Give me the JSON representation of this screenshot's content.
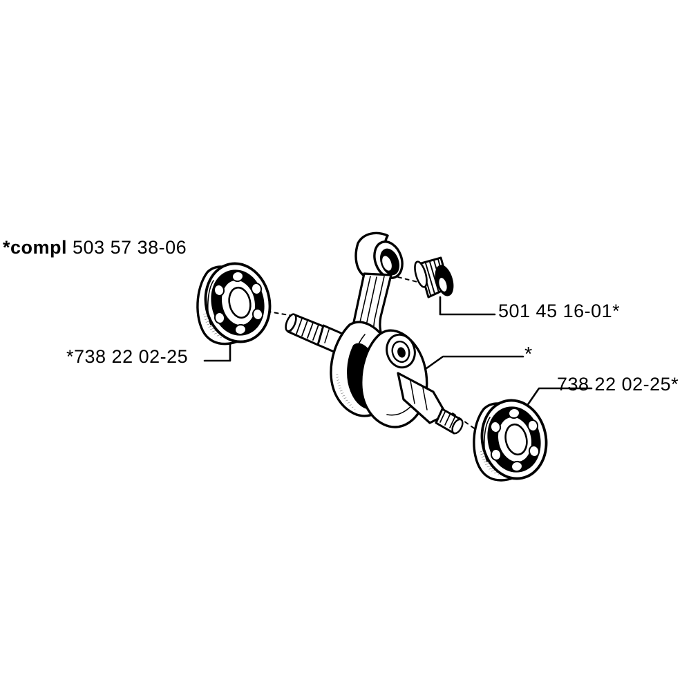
{
  "diagram": {
    "title": "Crankshaft assembly exploded parts diagram",
    "background_color": "#ffffff",
    "line_color": "#000000",
    "labels": {
      "complete_assembly": {
        "prefix": "*compl",
        "number": " 503 57 38-06",
        "full": "*compl 503 57 38-06"
      },
      "left_bearing": {
        "full": "*738 22 02-25"
      },
      "needle_bearing": {
        "full": "501 45 16-01*"
      },
      "crankshaft_marker": {
        "full": "*"
      },
      "right_bearing": {
        "full": "738 22 02-25*"
      }
    },
    "parts": [
      {
        "name": "ball-bearing-left",
        "part_number": "738 22 02-25",
        "note": "*"
      },
      {
        "name": "needle-roller-bearing",
        "part_number": "501 45 16-01",
        "note": "*"
      },
      {
        "name": "crankshaft-with-connecting-rod",
        "part_number": "503 57 38-06",
        "note": "*compl"
      },
      {
        "name": "ball-bearing-right",
        "part_number": "738 22 02-25",
        "note": "*"
      }
    ]
  }
}
